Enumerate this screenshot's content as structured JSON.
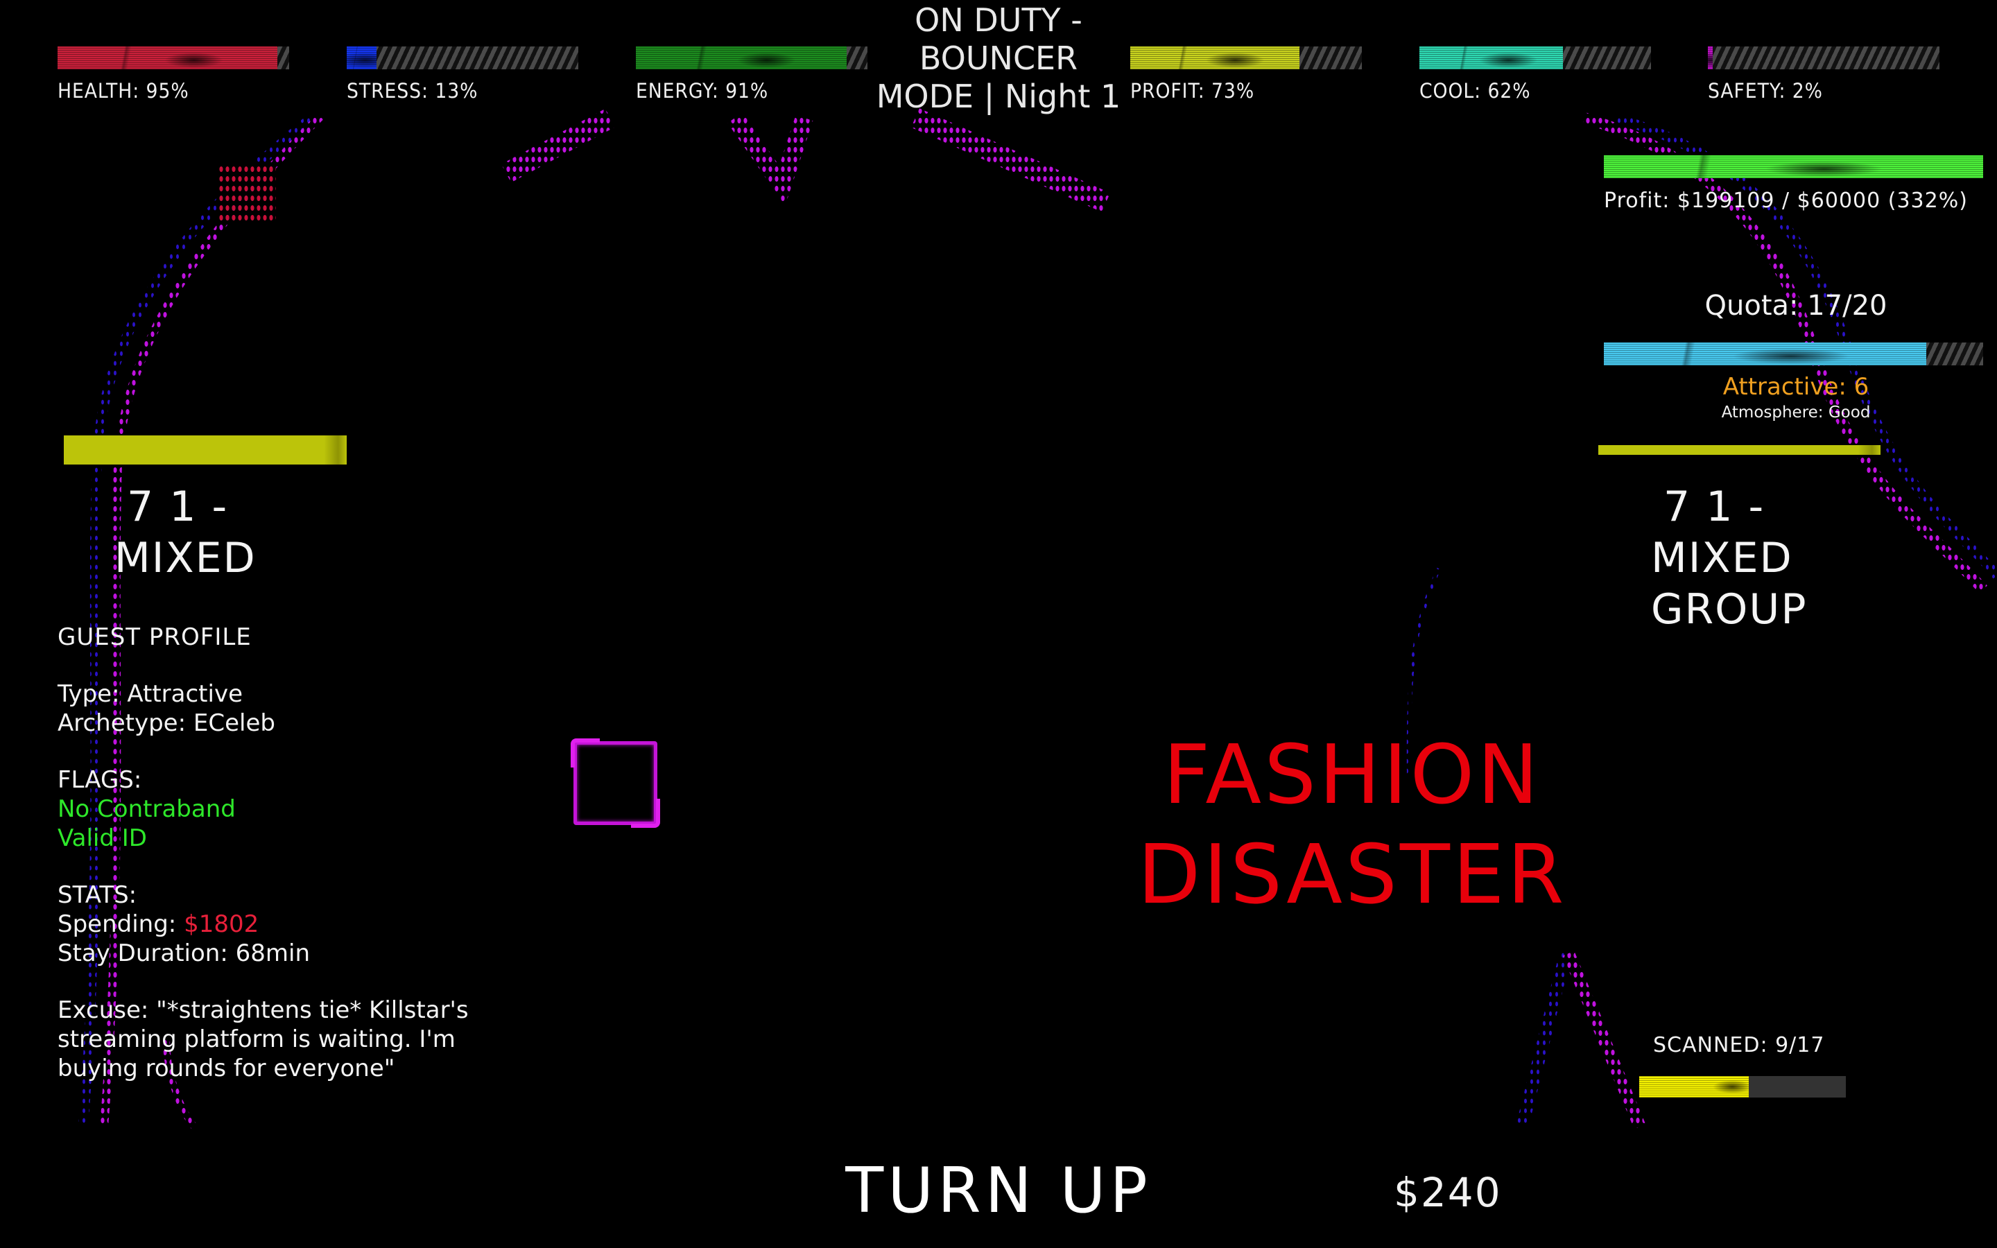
{
  "header": {
    "title_lines": [
      "ON DUTY -",
      "BOUNCER",
      "MODE | Night 1"
    ]
  },
  "stats": [
    {
      "name": "health",
      "label": "HEALTH: 95%",
      "percent": 95,
      "color": "#c8203a"
    },
    {
      "name": "stress",
      "label": "STRESS: 13%",
      "percent": 13,
      "color": "#1436f0"
    },
    {
      "name": "energy",
      "label": "ENERGY: 91%",
      "percent": 91,
      "color": "#1c8a1e"
    },
    {
      "name": "profit",
      "label": "PROFIT: 73%",
      "percent": 73,
      "color": "#c8d21e"
    },
    {
      "name": "cool",
      "label": "COOL: 62%",
      "percent": 62,
      "color": "#2ed6b0"
    },
    {
      "name": "safety",
      "label": "SAFETY: 2%",
      "percent": 2,
      "color": "#c012c8"
    }
  ],
  "right_panel": {
    "profit_bar": {
      "percent": 100,
      "color": "#4cf03a"
    },
    "profit_text": "Profit: $199109 / $60000 (332%)",
    "quota_text": "Quota: 17/20",
    "quota_bar": {
      "percent": 85,
      "color": "#48c8ee"
    },
    "attractive_text": "Attractive: 6",
    "attractive_color": "#f0a020",
    "atmosphere_text": "Atmosphere: Good",
    "group_tag": [
      "7 1 -",
      "MIXED",
      "GROUP"
    ]
  },
  "left_panel": {
    "group_tag": [
      "7 1 -",
      "MIXED"
    ],
    "profile": {
      "heading": "GUEST PROFILE",
      "type_label": "Type",
      "type_value": ": Attractive",
      "archetype_label": "Archetype",
      "archetype_value": ": ECeleb",
      "flags_heading": "FLAGS:",
      "flags": [
        "No Contraband",
        "Valid ID"
      ],
      "stats_heading": "STATS:",
      "spending_label": "Spending: ",
      "spending_value": "$1802",
      "stay_label": "Stay Duration: 68min",
      "excuse_label": "Excuse",
      "excuse_text": ": \"*straightens tie* Killstar's streaming platform is waiting. I'm buying rounds for everyone\""
    }
  },
  "verdict": {
    "lines": [
      "FASHION",
      "DISASTER"
    ],
    "color": "#e8000b"
  },
  "scanned": {
    "label": "SCANNED: 9/17",
    "percent": 53,
    "color": "#f4f000"
  },
  "action": {
    "label": "TURN UP",
    "price": "$240"
  }
}
